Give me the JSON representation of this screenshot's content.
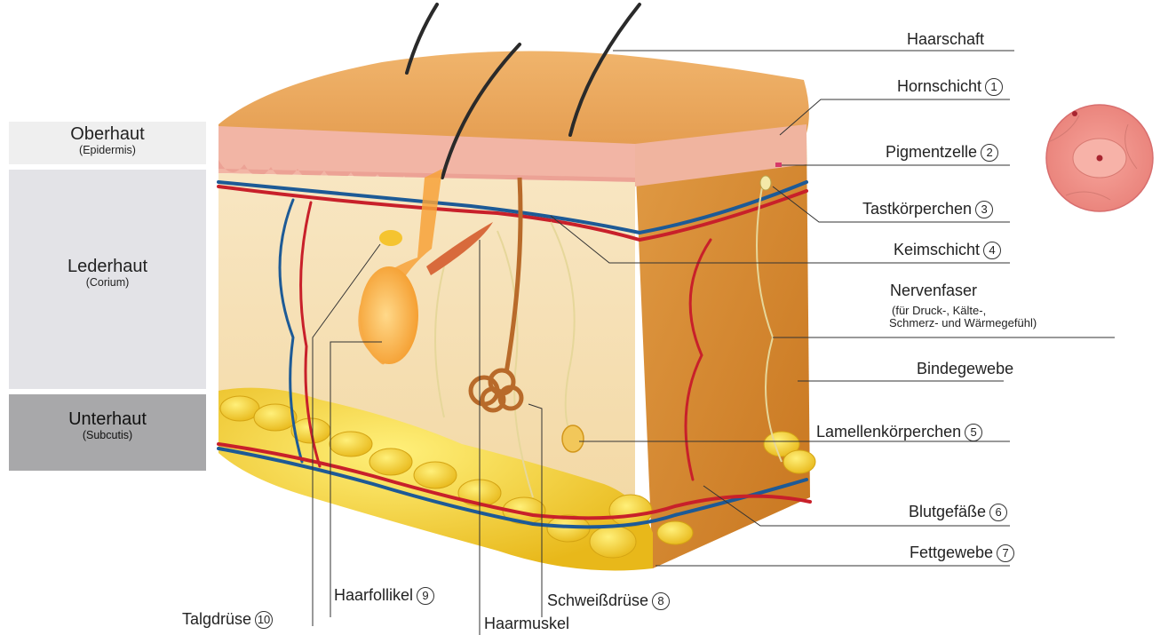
{
  "layers": {
    "epidermis": {
      "name": "Oberhaut",
      "latin": "(Epidermis)"
    },
    "corium": {
      "name": "Lederhaut",
      "latin": "(Corium)"
    },
    "subcutis": {
      "name": "Unterhaut",
      "latin": "(Subcutis)"
    }
  },
  "labels": {
    "haarschaft": {
      "text": "Haarschaft"
    },
    "hornschicht": {
      "text": "Hornschicht",
      "num": "1"
    },
    "pigmentzelle": {
      "text": "Pigmentzelle",
      "num": "2"
    },
    "tastkoerperchen": {
      "text": "Tastkörperchen",
      "num": "3"
    },
    "keimschicht": {
      "text": "Keimschicht",
      "num": "4"
    },
    "nervenfaser": {
      "text": "Nervenfaser",
      "note_line1": "(für Druck-, Kälte-,",
      "note_line2": "Schmerz- und Wärmegefühl)"
    },
    "bindegewebe": {
      "text": "Bindegewebe"
    },
    "lamellenkoerperchen": {
      "text": "Lamellenkörperchen",
      "num": "5"
    },
    "blutgefaesse": {
      "text": "Blutgefäße",
      "num": "6"
    },
    "fettgewebe": {
      "text": "Fettgewebe",
      "num": "7"
    },
    "schweissdruese": {
      "text": "Schweißdrüse",
      "num": "8"
    },
    "haarfollikel": {
      "text": "Haarfollikel",
      "num": "9"
    },
    "talgdruese": {
      "text": "Talgdrüse",
      "num": "10"
    },
    "haarmuskel": {
      "text": "Haarmuskel"
    }
  },
  "colors": {
    "skin_top": "#e9a860",
    "epidermis_pink": "#f2b7a7",
    "dermis": "#f6e1b8",
    "side_face": "#d8892e",
    "fat": "#f7d33a",
    "artery": "#c8202a",
    "vein": "#1d5a96",
    "nerve": "#e6d79a"
  }
}
